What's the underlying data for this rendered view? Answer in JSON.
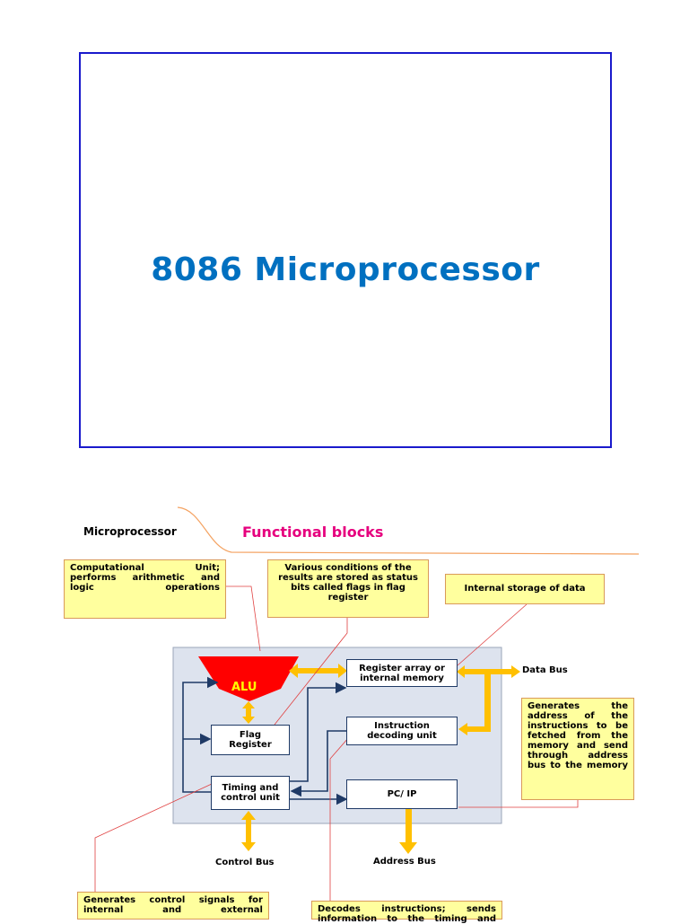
{
  "slide1": {
    "title": "8086 Microprocessor"
  },
  "slide2": {
    "header_left": "Microprocessor",
    "header_right": "Functional blocks",
    "notes": {
      "alu": "Computational Unit; performs arithmetic and logic operations",
      "flags": "Various conditions of the results are stored as status bits called flags in flag register",
      "storage": "Internal storage of data",
      "pc": "Generates the address of the instructions to be fetched from the memory and send through address bus to the memory",
      "control": "Generates control signals for internal and external",
      "decode": "Decodes instructions; sends information to the timing and"
    },
    "blocks": {
      "alu": "ALU",
      "flag_register": "Flag\nRegister",
      "register_array": "Register array or\ninternal memory",
      "instruction_decoding": "Instruction\ndecoding unit",
      "timing_control": "Timing and\ncontrol unit",
      "pc_ip": "PC/ IP"
    },
    "buses": {
      "data": "Data Bus",
      "address": "Address Bus",
      "control": "Control Bus"
    },
    "colors": {
      "title_blue": "#0070c0",
      "accent_pink": "#e6007e",
      "note_fill": "#ffff9e",
      "alu_red": "#ff0000",
      "bus_yellow": "#ffc000",
      "panel_fill": "#dde3ee"
    }
  }
}
